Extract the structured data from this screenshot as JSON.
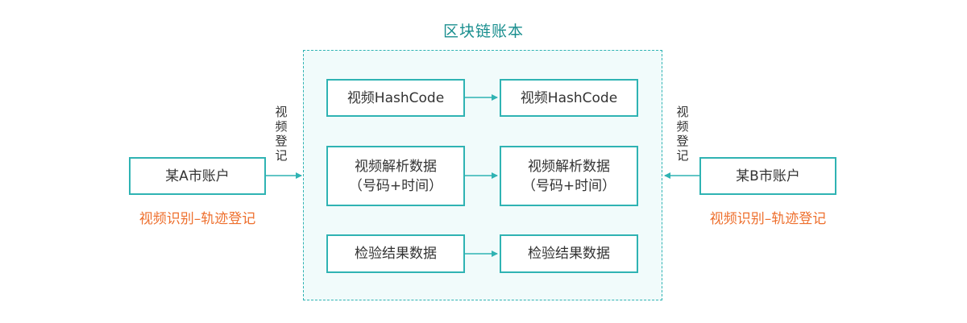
{
  "ledger": {
    "title": "区块链账本"
  },
  "rows": [
    {
      "left": "视频HashCode",
      "right": "视频HashCode"
    },
    {
      "left_line1": "视频解析数据",
      "left_line2": "（号码+时间）",
      "right_line1": "视频解析数据",
      "right_line2": "（号码+时间）"
    },
    {
      "left": "检验结果数据",
      "right": "检验结果数据"
    }
  ],
  "account_a": {
    "label": "某A市账户",
    "caption": "视频识别–轨迹登记",
    "arrow_label": [
      "视",
      "频",
      "登",
      "记"
    ]
  },
  "account_b": {
    "label": "某B市账户",
    "caption": "视频识别–轨迹登记",
    "arrow_label": [
      "视",
      "频",
      "登",
      "记"
    ]
  },
  "colors": {
    "teal": "#2fb3b3",
    "title_teal": "#1a8f8f",
    "orange": "#ee6f2d",
    "ledger_bg": "#f1fbfb"
  }
}
